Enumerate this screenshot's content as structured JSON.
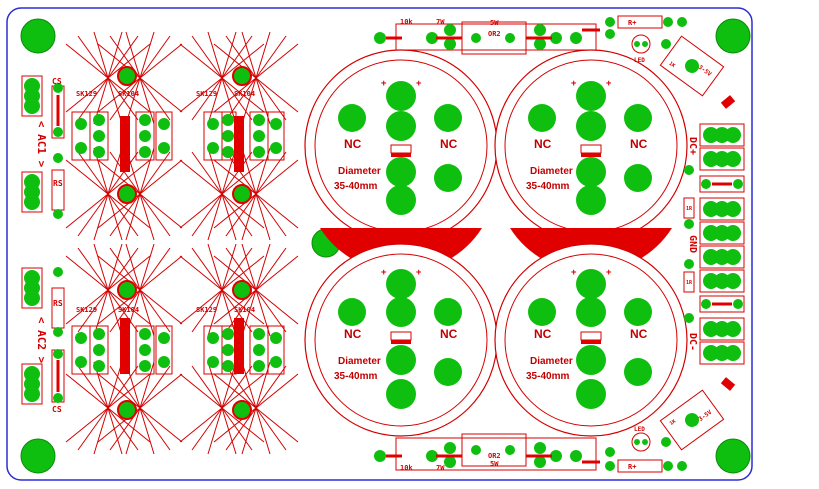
{
  "colors": {
    "outline": "#2b2bd6",
    "silk": "#d40000",
    "pad": "#0fbf0f",
    "copper": "#e00000",
    "background": "#ffffff"
  },
  "labels": {
    "ac1": "< AC1 >",
    "ac2": "< AC2 >",
    "cs": "CS",
    "rs": "RS",
    "sk129": "SK129",
    "sk104": "SK104",
    "plus": "+",
    "nc": "NC",
    "diameter": "Diameter",
    "size": "35-40mm",
    "r10k": "10k",
    "r7w": "7W",
    "r5w": "5W",
    "or2": "OR2",
    "rplus": "R+",
    "led": "LED",
    "reg": "3-5V",
    "reg_small": "1K",
    "dc_plus": "DC+",
    "dc_minus": "DC-",
    "gnd": "GND",
    "r_small": "1R"
  }
}
